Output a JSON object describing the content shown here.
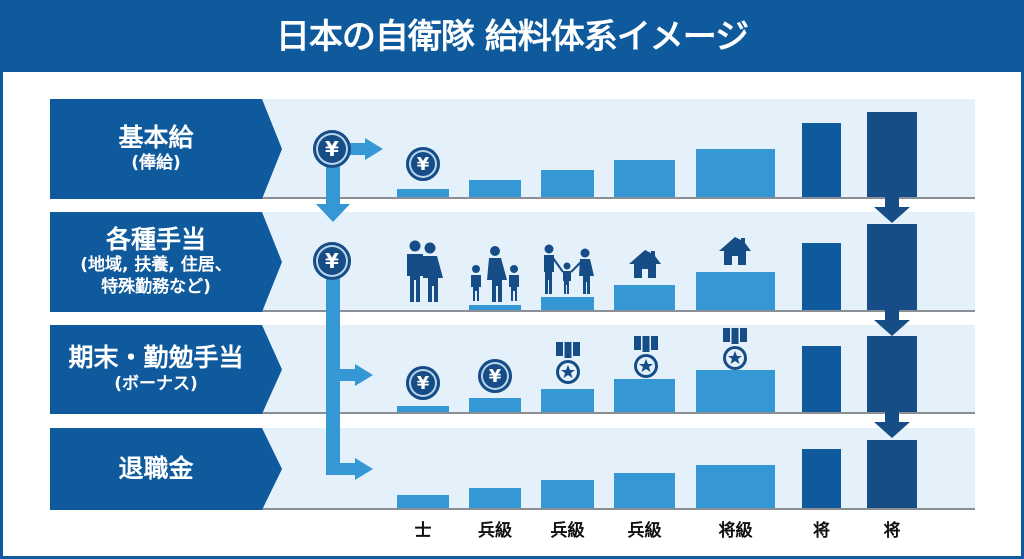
{
  "title": "日本の自衛隊 給料体系イメージ",
  "rows": [
    {
      "id": "kihonkyu",
      "main": "基本給",
      "sub": "(俸給)"
    },
    {
      "id": "teate",
      "main": "各種手当",
      "sub": "(地域, 扶養, 住居、\n特殊勤務など)",
      "sub1": "(地域, 扶養, 住居、",
      "sub2": "特殊勤務など)"
    },
    {
      "id": "bonus",
      "main": "期末・勤勉手当",
      "sub": "(ボーナス)"
    },
    {
      "id": "taishoku",
      "main": "退職金",
      "sub": ""
    }
  ],
  "x_labels": [
    "士",
    "兵級",
    "兵級",
    "兵級",
    "将級",
    "将",
    "将"
  ],
  "icons": {
    "coin_symbol": "¥",
    "row1": [
      "yen-coin"
    ],
    "row2": [
      "couple-icon",
      "parent-children-icon",
      "family-icon",
      "house-icon",
      "house-icon"
    ],
    "row3": [
      "yen-coin",
      "yen-coin",
      "medal-icon",
      "medal-icon",
      "medal-icon"
    ]
  },
  "colors": {
    "header": "#0e5a9c",
    "label_bg": "#0e5a9c",
    "row_bg": "#e5f1fa",
    "bar_light": "#3597d3",
    "bar_mid": "#0e5a9c",
    "bar_dark": "#164d86",
    "baseline": "#8a8f96"
  },
  "chart_data": {
    "type": "bar",
    "title": "日本の自衛隊 給料体系イメージ",
    "categories": [
      "士",
      "兵級",
      "兵級",
      "兵級",
      "将級",
      "将",
      "将"
    ],
    "series": [
      {
        "name": "基本給(俸給)",
        "values": [
          8,
          17,
          26,
          36,
          47,
          73,
          84
        ]
      },
      {
        "name": "各種手当(地域, 扶養, 住居、特殊勤務など)",
        "values": [
          0,
          5,
          12,
          24,
          37,
          65,
          83
        ]
      },
      {
        "name": "期末・勤勉手当(ボーナス)",
        "values": [
          6,
          14,
          22,
          31,
          40,
          63,
          73
        ]
      },
      {
        "name": "退職金",
        "values": [
          13,
          20,
          27,
          35,
          42,
          58,
          67
        ]
      }
    ],
    "xlabel": "",
    "ylabel": "",
    "notes": "Illustrative image chart; values are relative bar heights (% of row height)."
  }
}
